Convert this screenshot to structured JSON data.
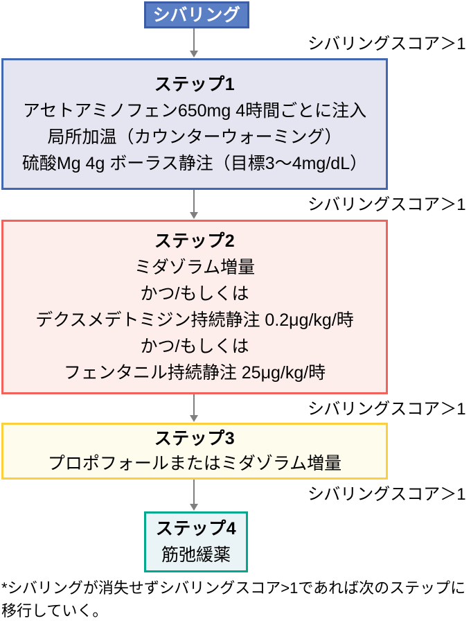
{
  "diagram": {
    "title_box": {
      "label": "シバリング"
    },
    "steps": [
      {
        "name": "step-1",
        "title": "ステップ1",
        "lines": [
          "アセトアミノフェン650mg 4時間ごとに注入",
          "局所加温（カウンターウォーミング）",
          "硫酸Mg 4g ボーラス静注（目標3〜4mg/dL）"
        ],
        "fill_color": "#E5E5F2",
        "border_color": "#4268B4"
      },
      {
        "name": "step-2",
        "title": "ステップ2",
        "lines": [
          "ミダゾラム増量",
          "かつ/もしくは",
          "デクスメデトミジン持続静注 0.2μg/kg/時",
          "かつ/もしくは",
          "フェンタニル持続静注 25μg/kg/時"
        ],
        "fill_color": "#FDEEEC",
        "border_color": "#F0625A"
      },
      {
        "name": "step-3",
        "title": "ステップ3",
        "lines": [
          "プロポフォールまたはミダゾラム増量"
        ],
        "fill_color": "#FEFCEC",
        "border_color": "#FBCF3D"
      },
      {
        "name": "step-4",
        "title": "ステップ4",
        "lines": [
          "筋弛緩薬"
        ],
        "fill_color": "#EAF4F6",
        "border_color": "#00A98C"
      }
    ],
    "transition_labels": [
      "シバリングスコア＞1",
      "シバリングスコア＞1",
      "シバリングスコア＞1",
      "シバリングスコア＞1"
    ],
    "footnote": {
      "line1": "*シバリングが消失せずシバリングスコア>1であれば次のステップに",
      "line2": "移行していく。"
    },
    "colors": {
      "start_fill": "#5B7FC4",
      "start_border": "#3C5CA6",
      "start_text": "#FFFFFF",
      "arrow": "#7F7F7F",
      "text": "#000000",
      "background": "#FFFFFF"
    }
  }
}
